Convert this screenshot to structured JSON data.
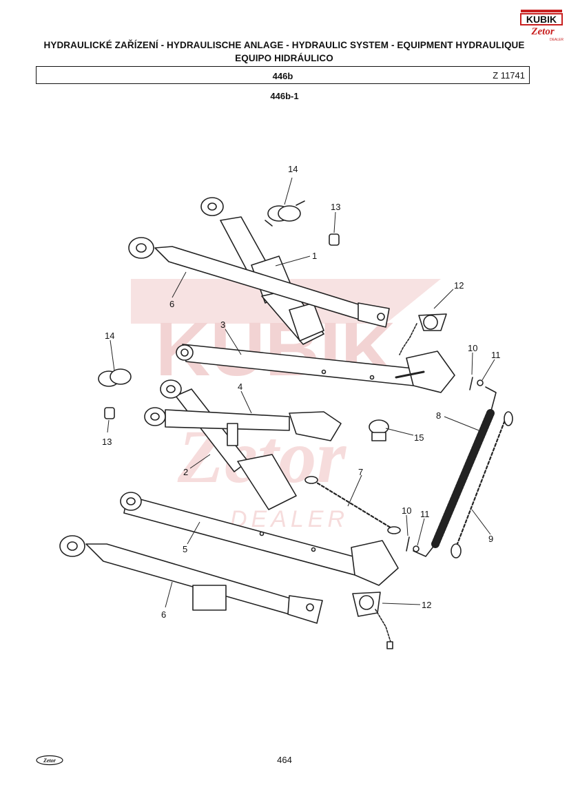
{
  "header": {
    "logo_top": "KUBIK",
    "logo_bottom": "Zetor",
    "logo_sub": "DEALER",
    "title_line1": "HYDRAULICKÉ ZAŘÍZENÍ - HYDRAULISCHE ANLAGE - HYDRAULIC SYSTEM - EQUIPMENT HYDRAULIQUE",
    "title_line2": "EQUIPO HIDRÁULICO",
    "group_code": "446b",
    "drawing_no": "Z 11741",
    "subgroup": "446b-1"
  },
  "callouts": [
    "14",
    "13",
    "1",
    "6",
    "12",
    "3",
    "10",
    "11",
    "14",
    "4",
    "8",
    "13",
    "15",
    "2",
    "7",
    "10",
    "11",
    "5",
    "9",
    "6",
    "12"
  ],
  "watermark": {
    "text1": "KUBIK",
    "text2": "Zetor",
    "text3": "DEALER",
    "color": "#e8b0b0"
  },
  "footer": {
    "page_number": "464",
    "logo": "Zetor"
  }
}
